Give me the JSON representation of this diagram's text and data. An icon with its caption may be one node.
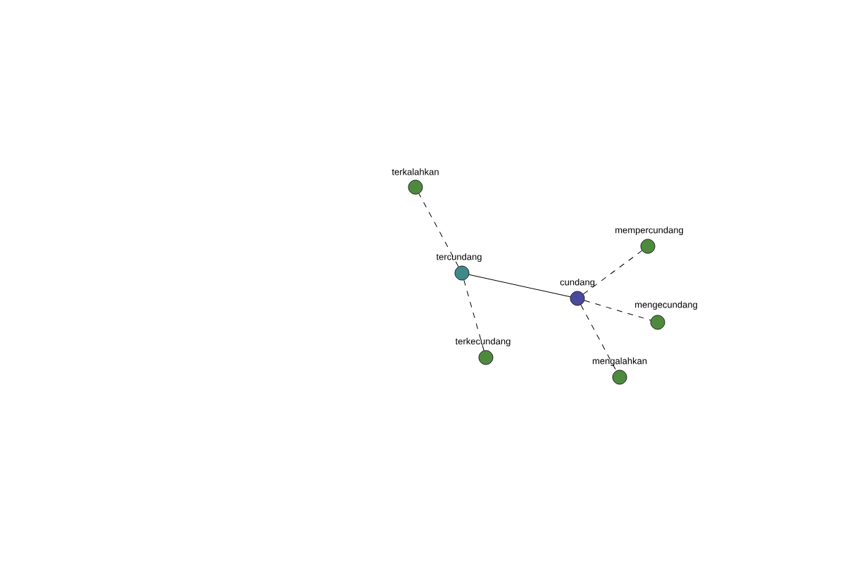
{
  "diagram": {
    "nodes": [
      {
        "text": [
          "terkalahkan"
        ]
      },
      {
        "text": [
          "mempercundang"
        ]
      },
      {
        "text": [
          "tercundang"
        ]
      },
      {
        "text": [
          "cundang"
        ]
      },
      {
        "text": [
          "mengecundang"
        ]
      },
      {
        "text": [
          "terkecundang"
        ]
      },
      {
        "text": [
          "mengalahkan"
        ]
      }
    ],
    "edges": [
      {
        "from": 2,
        "to": 3,
        "arrow": "none"
      },
      {
        "from": 2,
        "to": 0,
        "arrow": "none",
        "style": "dashed"
      },
      {
        "from": 2,
        "to": 5,
        "arrow": "none",
        "style": "dashed"
      },
      {
        "from": 3,
        "to": 1,
        "arrow": "none",
        "style": "dashed"
      },
      {
        "from": 3,
        "to": 4,
        "arrow": "none",
        "style": "dashed"
      },
      {
        "from": 3,
        "to": 6,
        "arrow": "none",
        "style": "dashed"
      }
    ]
  }
}
